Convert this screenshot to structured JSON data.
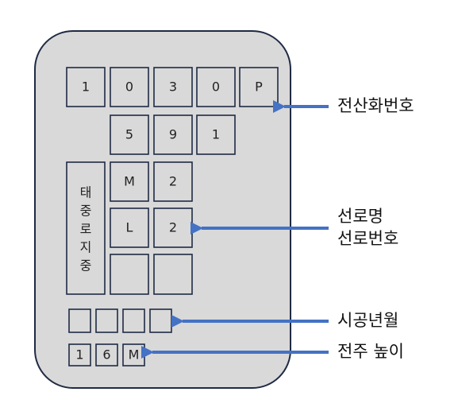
{
  "plate": {
    "telephone_number": [
      "1",
      "0",
      "3",
      "0",
      "P",
      "5",
      "9",
      "1"
    ],
    "vertical_label": [
      "태",
      "중",
      "로",
      "지",
      "중"
    ],
    "line_name": [
      "M",
      "2"
    ],
    "line_number": [
      "L",
      "2"
    ],
    "empty_cells": [
      "",
      ""
    ],
    "construction_year_month": [
      "",
      "",
      "",
      ""
    ],
    "pole_height": [
      "1",
      "6",
      "M"
    ]
  },
  "labels": {
    "telephone_number": "전산화번호",
    "line_name": "선로명",
    "line_number": "선로번호",
    "construction_date": "시공년월",
    "pole_height": "전주 높이"
  },
  "colors": {
    "plate_fill": "#d9d9d9",
    "border": "#1f2a44",
    "arrow": "#4472c4"
  }
}
